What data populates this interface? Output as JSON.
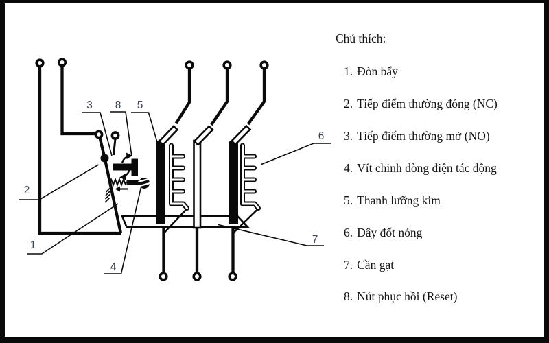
{
  "window": {
    "background": "#ffffff",
    "frame_color": "#0a0a0a"
  },
  "legend": {
    "title": "Chú thích:",
    "items": [
      {
        "num": "1.",
        "text": "Đòn bẩy"
      },
      {
        "num": "2.",
        "text": "Tiếp điểm thường đóng (NC)"
      },
      {
        "num": "3.",
        "text": "Tiếp điểm thường mở (NO)"
      },
      {
        "num": "4.",
        "text": "Vít chinh dòng điện tác động"
      },
      {
        "num": "5.",
        "text": "Thanh lưỡng kim"
      },
      {
        "num": "6.",
        "text": "Dây đốt nóng"
      },
      {
        "num": "7.",
        "text": "Cần gạt"
      },
      {
        "num": "8.",
        "text": "Nút phục hồi (Reset)"
      }
    ]
  },
  "diagram": {
    "ink_color": "#0a0a0a",
    "label_color": "#3d4556",
    "callouts": [
      {
        "part": "lever",
        "num": "1"
      },
      {
        "part": "nc-contact",
        "num": "2"
      },
      {
        "part": "no-contact",
        "num": "3"
      },
      {
        "part": "adjust-screw",
        "num": "4"
      },
      {
        "part": "bimetal-strip",
        "num": "5"
      },
      {
        "part": "heater-wire",
        "num": "6"
      },
      {
        "part": "slider-bar",
        "num": "7"
      },
      {
        "part": "reset-button",
        "num": "8"
      }
    ]
  }
}
